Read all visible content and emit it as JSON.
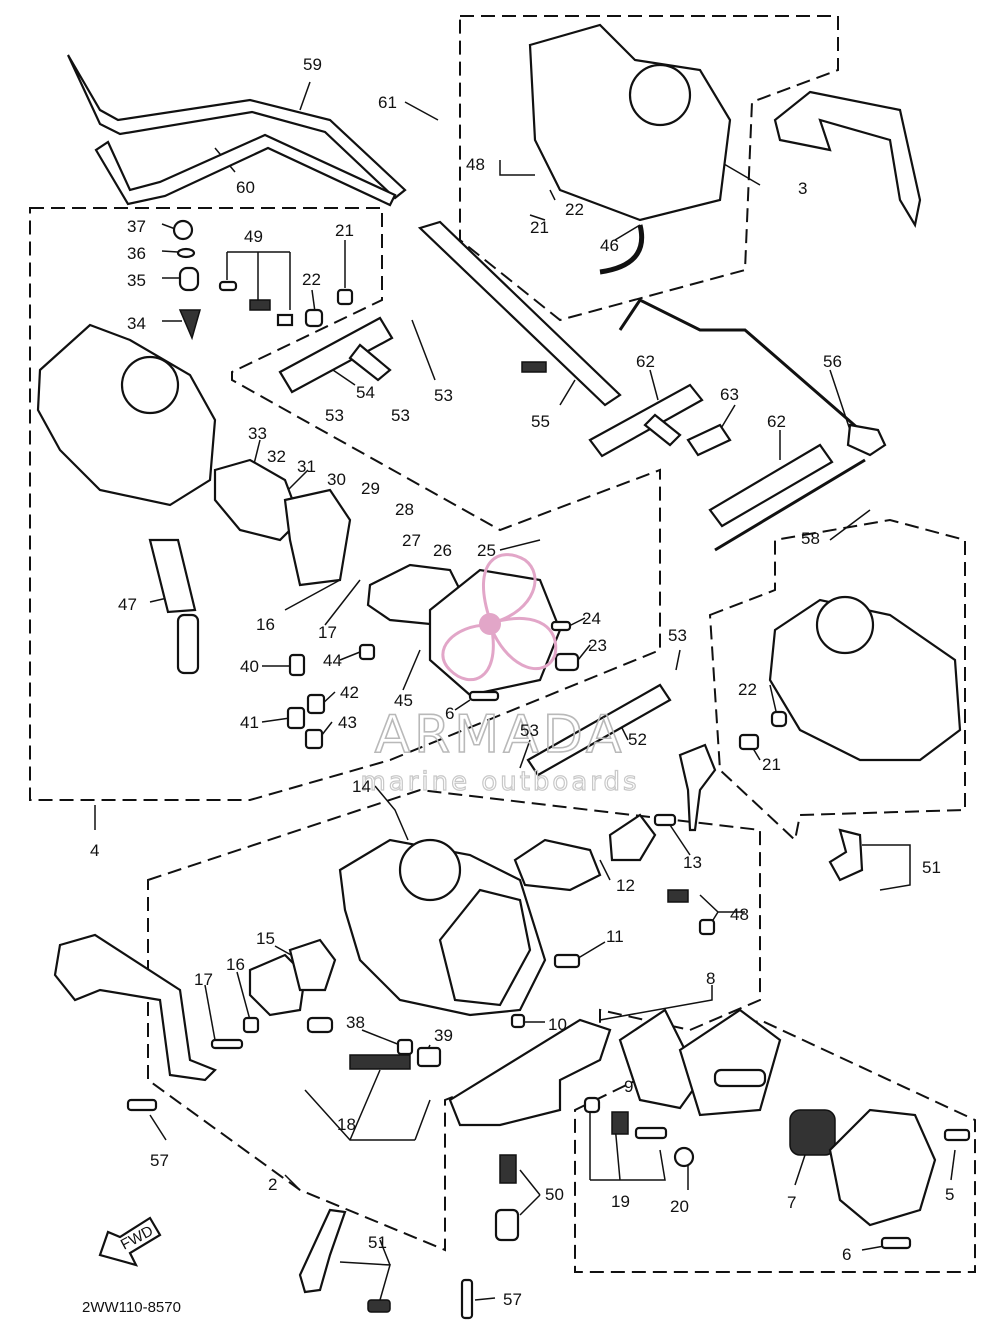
{
  "diagram": {
    "drawing_code": "2WW110-8570",
    "fwd_arrow_label": "FWD",
    "watermark": {
      "title": "ARMADA",
      "subtitle": "marine outboards"
    },
    "callouts": [
      {
        "id": "c1",
        "label": "59"
      },
      {
        "id": "c2",
        "label": "61"
      },
      {
        "id": "c3",
        "label": "60"
      },
      {
        "id": "c4",
        "label": "48"
      },
      {
        "id": "c5",
        "label": "3"
      },
      {
        "id": "c6",
        "label": "21"
      },
      {
        "id": "c7",
        "label": "22"
      },
      {
        "id": "c8",
        "label": "46"
      },
      {
        "id": "c9",
        "label": "37"
      },
      {
        "id": "c10",
        "label": "36"
      },
      {
        "id": "c11",
        "label": "35"
      },
      {
        "id": "c12",
        "label": "34"
      },
      {
        "id": "c13",
        "label": "49"
      },
      {
        "id": "c14",
        "label": "22"
      },
      {
        "id": "c15",
        "label": "21"
      },
      {
        "id": "c16",
        "label": "54"
      },
      {
        "id": "c17",
        "label": "53"
      },
      {
        "id": "c18",
        "label": "53"
      },
      {
        "id": "c19",
        "label": "53"
      },
      {
        "id": "c20",
        "label": "55"
      },
      {
        "id": "c21",
        "label": "62"
      },
      {
        "id": "c22",
        "label": "56"
      },
      {
        "id": "c23",
        "label": "63"
      },
      {
        "id": "c24",
        "label": "62"
      },
      {
        "id": "c25",
        "label": "33"
      },
      {
        "id": "c26",
        "label": "32"
      },
      {
        "id": "c27",
        "label": "31"
      },
      {
        "id": "c28",
        "label": "30"
      },
      {
        "id": "c29",
        "label": "29"
      },
      {
        "id": "c30",
        "label": "28"
      },
      {
        "id": "c31",
        "label": "27"
      },
      {
        "id": "c32",
        "label": "26"
      },
      {
        "id": "c33",
        "label": "25"
      },
      {
        "id": "c34",
        "label": "58"
      },
      {
        "id": "c35",
        "label": "47"
      },
      {
        "id": "c36",
        "label": "16"
      },
      {
        "id": "c37",
        "label": "17"
      },
      {
        "id": "c38",
        "label": "24"
      },
      {
        "id": "c39",
        "label": "23"
      },
      {
        "id": "c40",
        "label": "53"
      },
      {
        "id": "c41",
        "label": "40"
      },
      {
        "id": "c42",
        "label": "44"
      },
      {
        "id": "c43",
        "label": "42"
      },
      {
        "id": "c44",
        "label": "45"
      },
      {
        "id": "c45",
        "label": "6"
      },
      {
        "id": "c46",
        "label": "22"
      },
      {
        "id": "c47",
        "label": "41"
      },
      {
        "id": "c48",
        "label": "43"
      },
      {
        "id": "c49",
        "label": "53"
      },
      {
        "id": "c50",
        "label": "52"
      },
      {
        "id": "c51",
        "label": "21"
      },
      {
        "id": "c52",
        "label": "14"
      },
      {
        "id": "c53",
        "label": "4"
      },
      {
        "id": "c54",
        "label": "13"
      },
      {
        "id": "c55",
        "label": "51"
      },
      {
        "id": "c56",
        "label": "12"
      },
      {
        "id": "c57",
        "label": "48"
      },
      {
        "id": "c58",
        "label": "11"
      },
      {
        "id": "c59",
        "label": "15"
      },
      {
        "id": "c60",
        "label": "17"
      },
      {
        "id": "c61",
        "label": "16"
      },
      {
        "id": "c62",
        "label": "8"
      },
      {
        "id": "c63",
        "label": "38"
      },
      {
        "id": "c64",
        "label": "39"
      },
      {
        "id": "c65",
        "label": "10"
      },
      {
        "id": "c66",
        "label": "9"
      },
      {
        "id": "c67",
        "label": "18"
      },
      {
        "id": "c68",
        "label": "57"
      },
      {
        "id": "c69",
        "label": "2"
      },
      {
        "id": "c70",
        "label": "19"
      },
      {
        "id": "c71",
        "label": "20"
      },
      {
        "id": "c72",
        "label": "7"
      },
      {
        "id": "c73",
        "label": "5"
      },
      {
        "id": "c74",
        "label": "50"
      },
      {
        "id": "c75",
        "label": "51"
      },
      {
        "id": "c76",
        "label": "6"
      },
      {
        "id": "c77",
        "label": "57"
      }
    ]
  }
}
